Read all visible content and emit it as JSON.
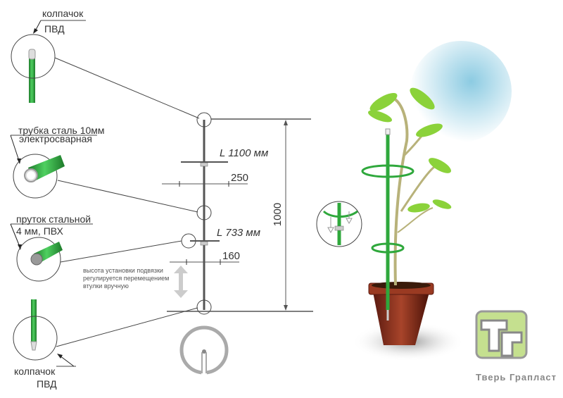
{
  "callouts": {
    "cap_top": {
      "line1": "колпачок",
      "line2": "ПВД"
    },
    "tube": {
      "line1": "трубка сталь 10мм",
      "line2": "электросварная"
    },
    "rod": {
      "line1": "пруток стальной",
      "line2": "4 мм, ПВХ"
    },
    "cap_bottom": {
      "line1": "колпачок",
      "line2": "ПВД"
    }
  },
  "dimensions": {
    "ring_large": "L 1100 мм",
    "ring_large_offset": "250",
    "ring_small": "L 733 мм",
    "ring_small_offset": "160",
    "height": "1000"
  },
  "note": [
    "высота установки подвязки",
    "регулируется перемещением",
    "втулки вручную"
  ],
  "brand": {
    "name": "Тверь Грапласт",
    "logo_text": "ТГ"
  },
  "colors": {
    "green": "#2fa83c",
    "line": "#555555",
    "logo_fill": "#c5e08f",
    "sky": "#9fd3e6"
  }
}
